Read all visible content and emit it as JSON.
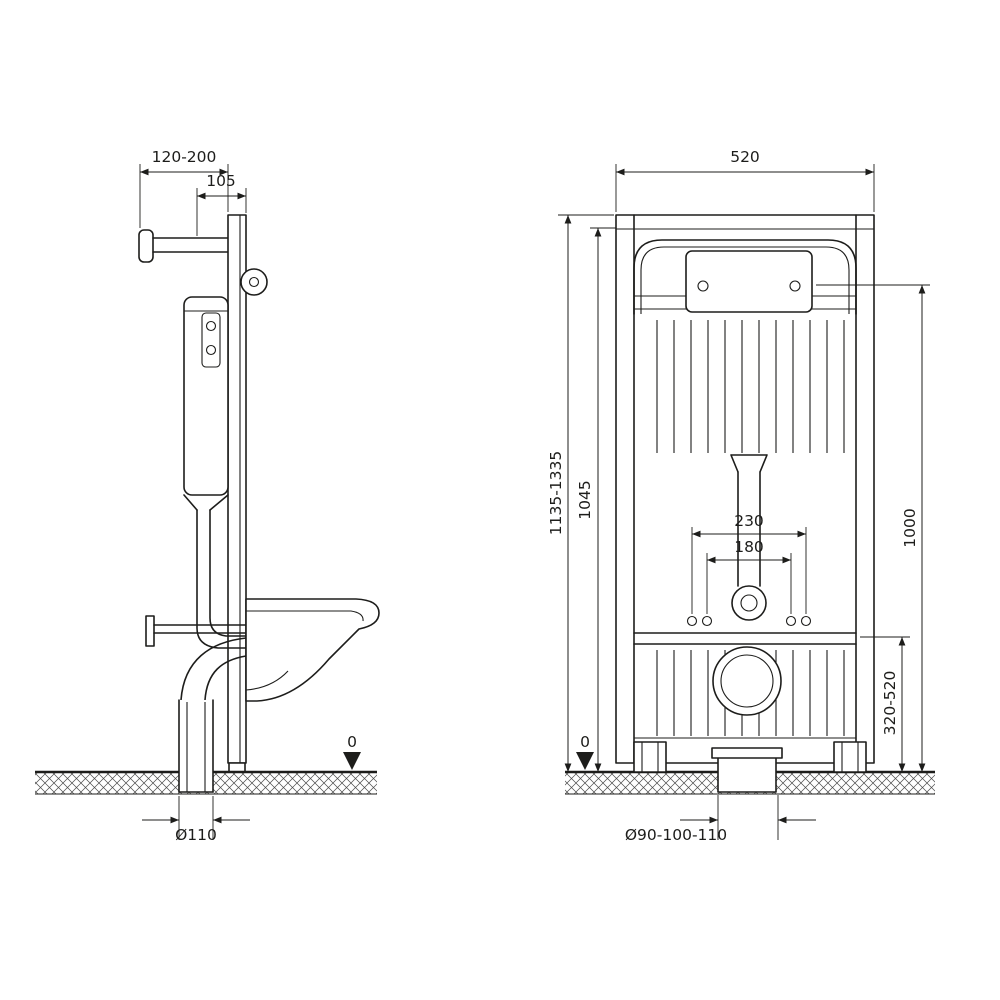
{
  "side_view": {
    "dim_depth_range": "120-200",
    "dim_cistern_depth": "105",
    "dim_outlet_diameter": "Ø110",
    "floor_level": "0"
  },
  "front_view": {
    "dim_width": "520",
    "dim_total_height_range": "1135-1335",
    "dim_frame_height": "1045",
    "dim_panel_height": "1000",
    "dim_fixing_outer": "230",
    "dim_fixing_inner": "180",
    "dim_outlet_height_range": "320-520",
    "floor_level": "0",
    "dim_outlet_diameter_range": "Ø90-100-110"
  },
  "colors": {
    "line": "#1d1d1b",
    "background": "#ffffff",
    "hatch": "#4a4a4a"
  }
}
